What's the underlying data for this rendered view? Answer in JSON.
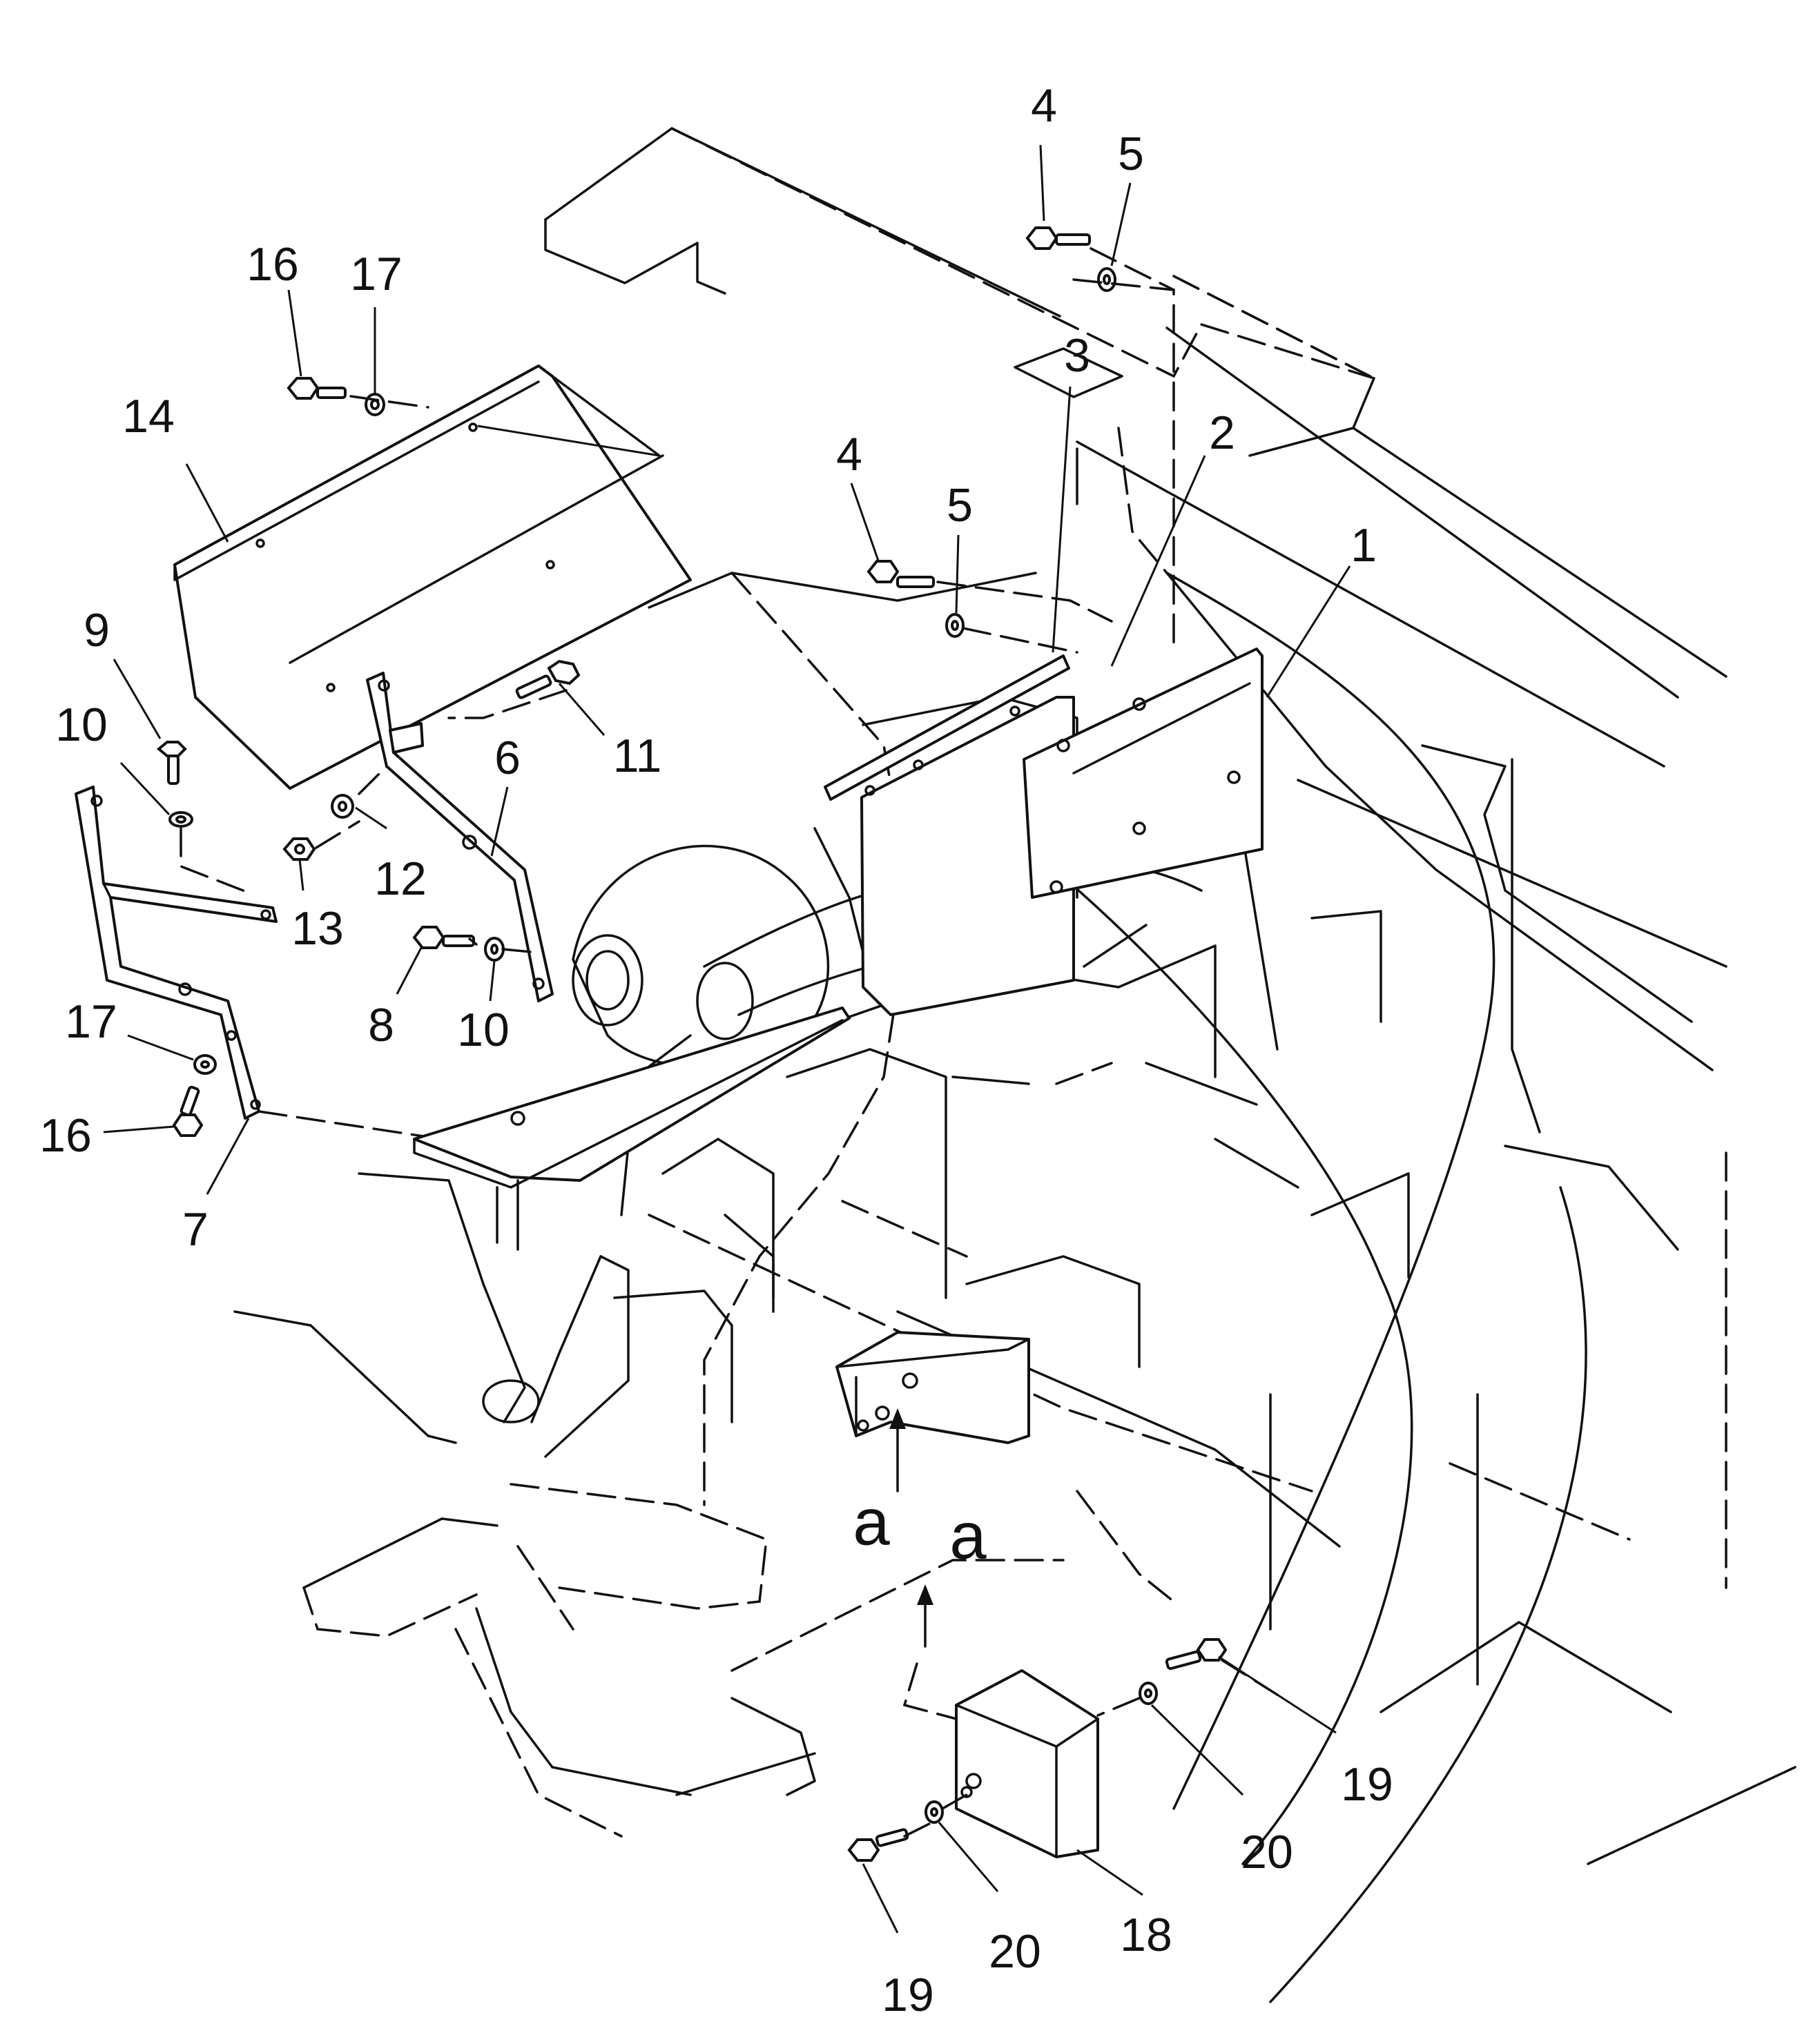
{
  "callouts": [
    {
      "id": "c1",
      "label": "1"
    },
    {
      "id": "c2",
      "label": "2"
    },
    {
      "id": "c3",
      "label": "3"
    },
    {
      "id": "c4a",
      "label": "4"
    },
    {
      "id": "c4b",
      "label": "4"
    },
    {
      "id": "c5a",
      "label": "5"
    },
    {
      "id": "c5b",
      "label": "5"
    },
    {
      "id": "c6",
      "label": "6"
    },
    {
      "id": "c7",
      "label": "7"
    },
    {
      "id": "c8",
      "label": "8"
    },
    {
      "id": "c9",
      "label": "9"
    },
    {
      "id": "c10a",
      "label": "10"
    },
    {
      "id": "c10b",
      "label": "10"
    },
    {
      "id": "c11",
      "label": "11"
    },
    {
      "id": "c12",
      "label": "12"
    },
    {
      "id": "c13",
      "label": "13"
    },
    {
      "id": "c14",
      "label": "14"
    },
    {
      "id": "c16a",
      "label": "16"
    },
    {
      "id": "c16b",
      "label": "16"
    },
    {
      "id": "c17a",
      "label": "17"
    },
    {
      "id": "c17b",
      "label": "17"
    },
    {
      "id": "c18",
      "label": "18"
    },
    {
      "id": "c19a",
      "label": "19"
    },
    {
      "id": "c19b",
      "label": "19"
    },
    {
      "id": "c20a",
      "label": "20"
    },
    {
      "id": "c20b",
      "label": "20"
    }
  ],
  "view_markers": [
    {
      "id": "va1",
      "label": "a"
    },
    {
      "id": "va2",
      "label": "a"
    }
  ]
}
